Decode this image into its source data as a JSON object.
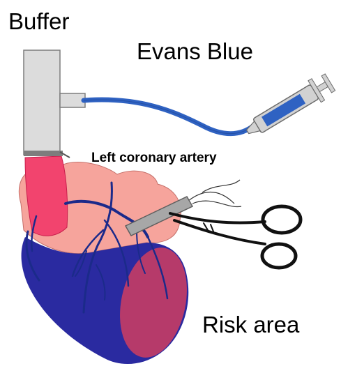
{
  "labels": {
    "buffer": "Buffer",
    "dye": "Evans Blue",
    "artery": "Left coronary artery",
    "region": "Risk area"
  },
  "colors": {
    "background": "#ffffff",
    "cannula": "#dcdcdc",
    "tube": "#2f62c2",
    "syringe_barrel": "#d2d2d2",
    "syringe_fluid": "#2f62c2",
    "heart_upper": "#f6a49c",
    "heart_lower": "#2a2aa0",
    "aorta": "#f2446e",
    "vessels": "#1b2a8a",
    "risk_area": "#b63a6a",
    "ligature_tube": "#a7a7a7",
    "forceps": "#111111"
  },
  "icons": [
    "heart-illustration",
    "syringe-icon",
    "cannula-icon",
    "forceps-icon",
    "ligature-tube-icon"
  ]
}
